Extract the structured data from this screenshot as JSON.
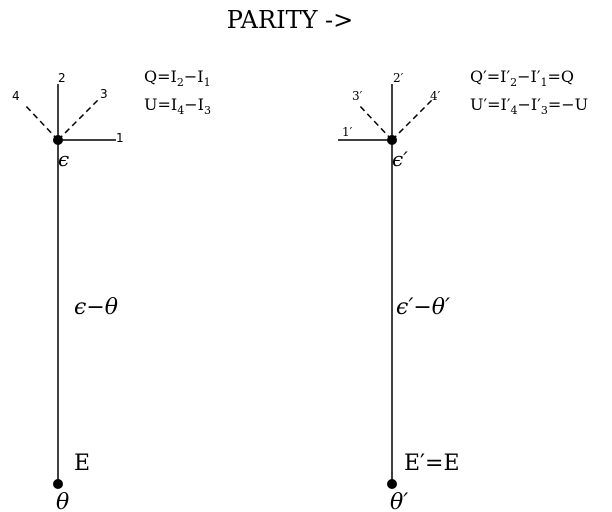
{
  "title": "PARITY ->",
  "left": {
    "axis_labels": [
      "1",
      "2",
      "3",
      "4"
    ],
    "top_point": "ϵ",
    "bottom_point": "θ",
    "line_label": "ϵ−θ",
    "field_label": "E",
    "eq_q": {
      "lhs": "Q",
      "i1": "I",
      "s1": "2",
      "op": "−",
      "i2": "I",
      "s2": "1",
      "rhs": ""
    },
    "eq_u": {
      "lhs": "U",
      "i1": "I",
      "s1": "4",
      "op": "−",
      "i2": "I",
      "s2": "3",
      "rhs": ""
    }
  },
  "right": {
    "axis_labels": [
      "1′",
      "2′",
      "3′",
      "4′"
    ],
    "top_point": "ϵ′",
    "bottom_point": "θ′",
    "line_label": "ϵ′−θ′",
    "field_label": "E′=E",
    "eq_q": {
      "lhs": "Q′",
      "i1": "I′",
      "s1": "2",
      "op": "−",
      "i2": "I′",
      "s2": "1",
      "rhs": "=Q"
    },
    "eq_u": {
      "lhs": "U′",
      "i1": "I′",
      "s1": "4",
      "op": "−",
      "i2": "I′",
      "s2": "3",
      "rhs": "=−U"
    }
  }
}
